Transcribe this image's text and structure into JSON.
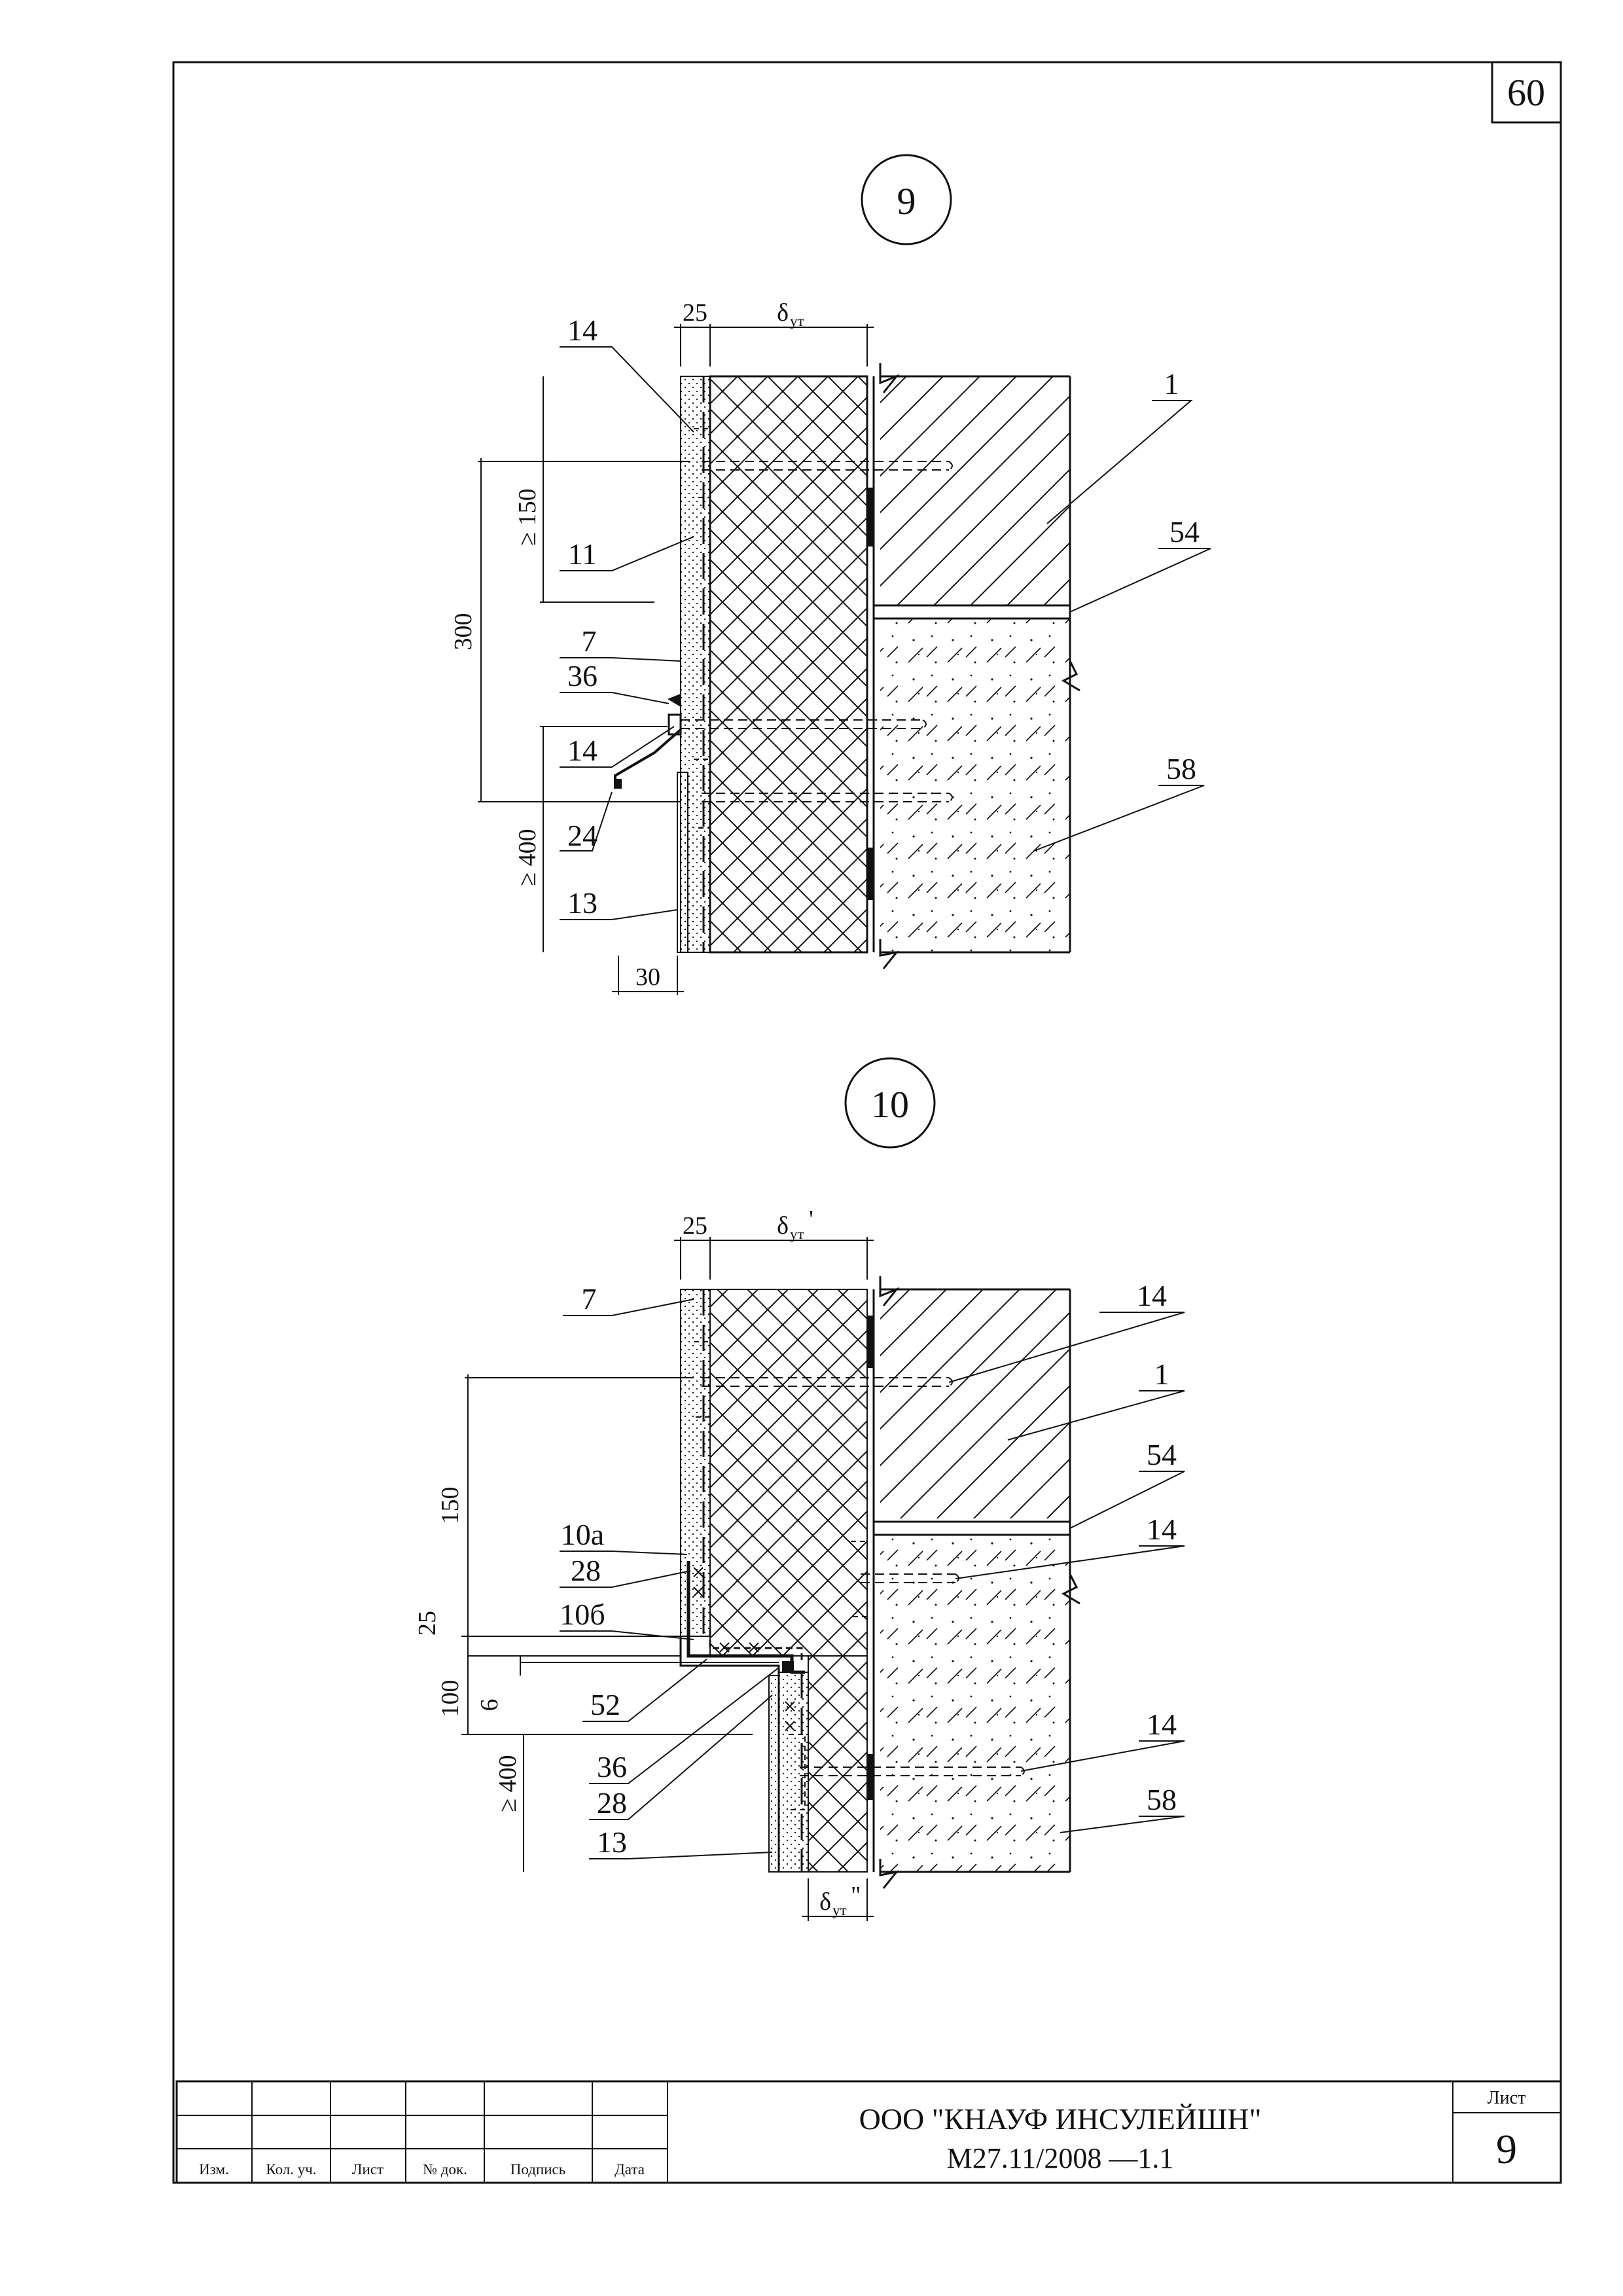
{
  "page_number": "60",
  "details": [
    {
      "number": "9",
      "dims": {
        "d25": "25",
        "delta": "δ",
        "delta_sub": "ут",
        "d150": "≥ 150",
        "d300": "300",
        "d400": "≥ 400",
        "d30": "30"
      },
      "callouts": [
        "14",
        "11",
        "7",
        "36",
        "14",
        "24",
        "13",
        "1",
        "54",
        "58"
      ]
    },
    {
      "number": "10",
      "dims": {
        "d25": "25",
        "delta": "δ",
        "delta_sub": "ут",
        "delta_mark": "'",
        "delta2_mark": "\"",
        "d150": "150",
        "d25b": "25",
        "d100": "100",
        "d6": "6",
        "d400": "≥ 400"
      },
      "callouts": [
        "7",
        "14",
        "1",
        "54",
        "14",
        "10а",
        "28",
        "10б",
        "52",
        "36",
        "28",
        "13",
        "14",
        "58"
      ]
    }
  ],
  "title_block": {
    "columns": [
      "Изм.",
      "Кол. уч.",
      "Лист",
      "№ док.",
      "Подпись",
      "Дата"
    ],
    "company": "ООО \"КНАУФ ИНСУЛЕЙШН\"",
    "document_code": "М27.11/2008 —1.1",
    "sheet_label": "Лист",
    "sheet_number": "9"
  },
  "colors": {
    "line": "#111111"
  }
}
